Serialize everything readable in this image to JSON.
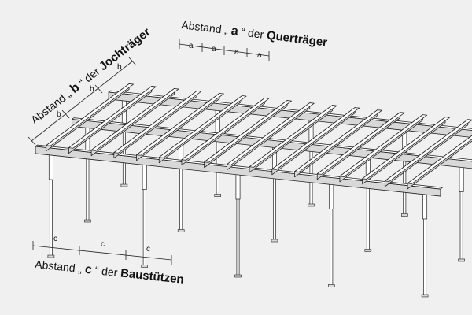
{
  "labels": {
    "querträger": {
      "prefix": "Abstand",
      "open_quote": "„",
      "letter": "a",
      "close_quote": "“",
      "middle": "der",
      "name": "Querträger"
    },
    "jochträger": {
      "prefix": "Abstand",
      "open_quote": "„",
      "letter": "b",
      "close_quote": "“",
      "middle": "der",
      "name": "Jochträger"
    },
    "baustützen": {
      "prefix": "Abstand",
      "open_quote": "„",
      "letter": "c",
      "close_quote": "“",
      "middle": "der",
      "name": "Baustützen"
    }
  },
  "dimension_marks": {
    "a": [
      "a",
      "a",
      "a",
      "a"
    ],
    "b": [
      "b",
      "b",
      "b"
    ],
    "c": [
      "c",
      "c",
      "c"
    ]
  },
  "colors": {
    "background": "#f0f0f0",
    "line": "#222222",
    "beam_fill": "#ffffff",
    "beam_shade": "#d8d8d8"
  }
}
